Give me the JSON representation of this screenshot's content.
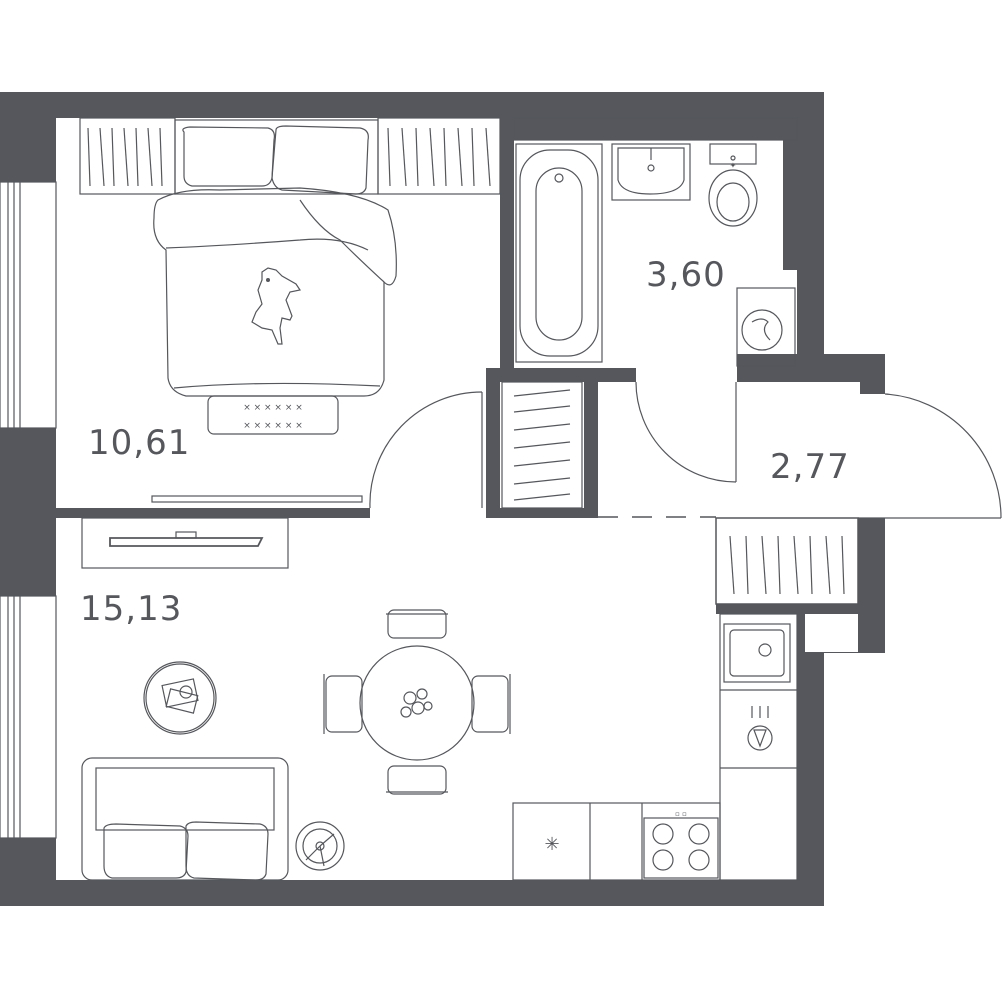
{
  "rooms": {
    "bedroom": {
      "area": "10,61"
    },
    "bathroom": {
      "area": "3,60"
    },
    "hallway": {
      "area": "2,77"
    },
    "living_kitchen": {
      "area": "15,13"
    }
  },
  "colors": {
    "wall": "#55575c",
    "line": "#55575c",
    "background": "#ffffff"
  }
}
